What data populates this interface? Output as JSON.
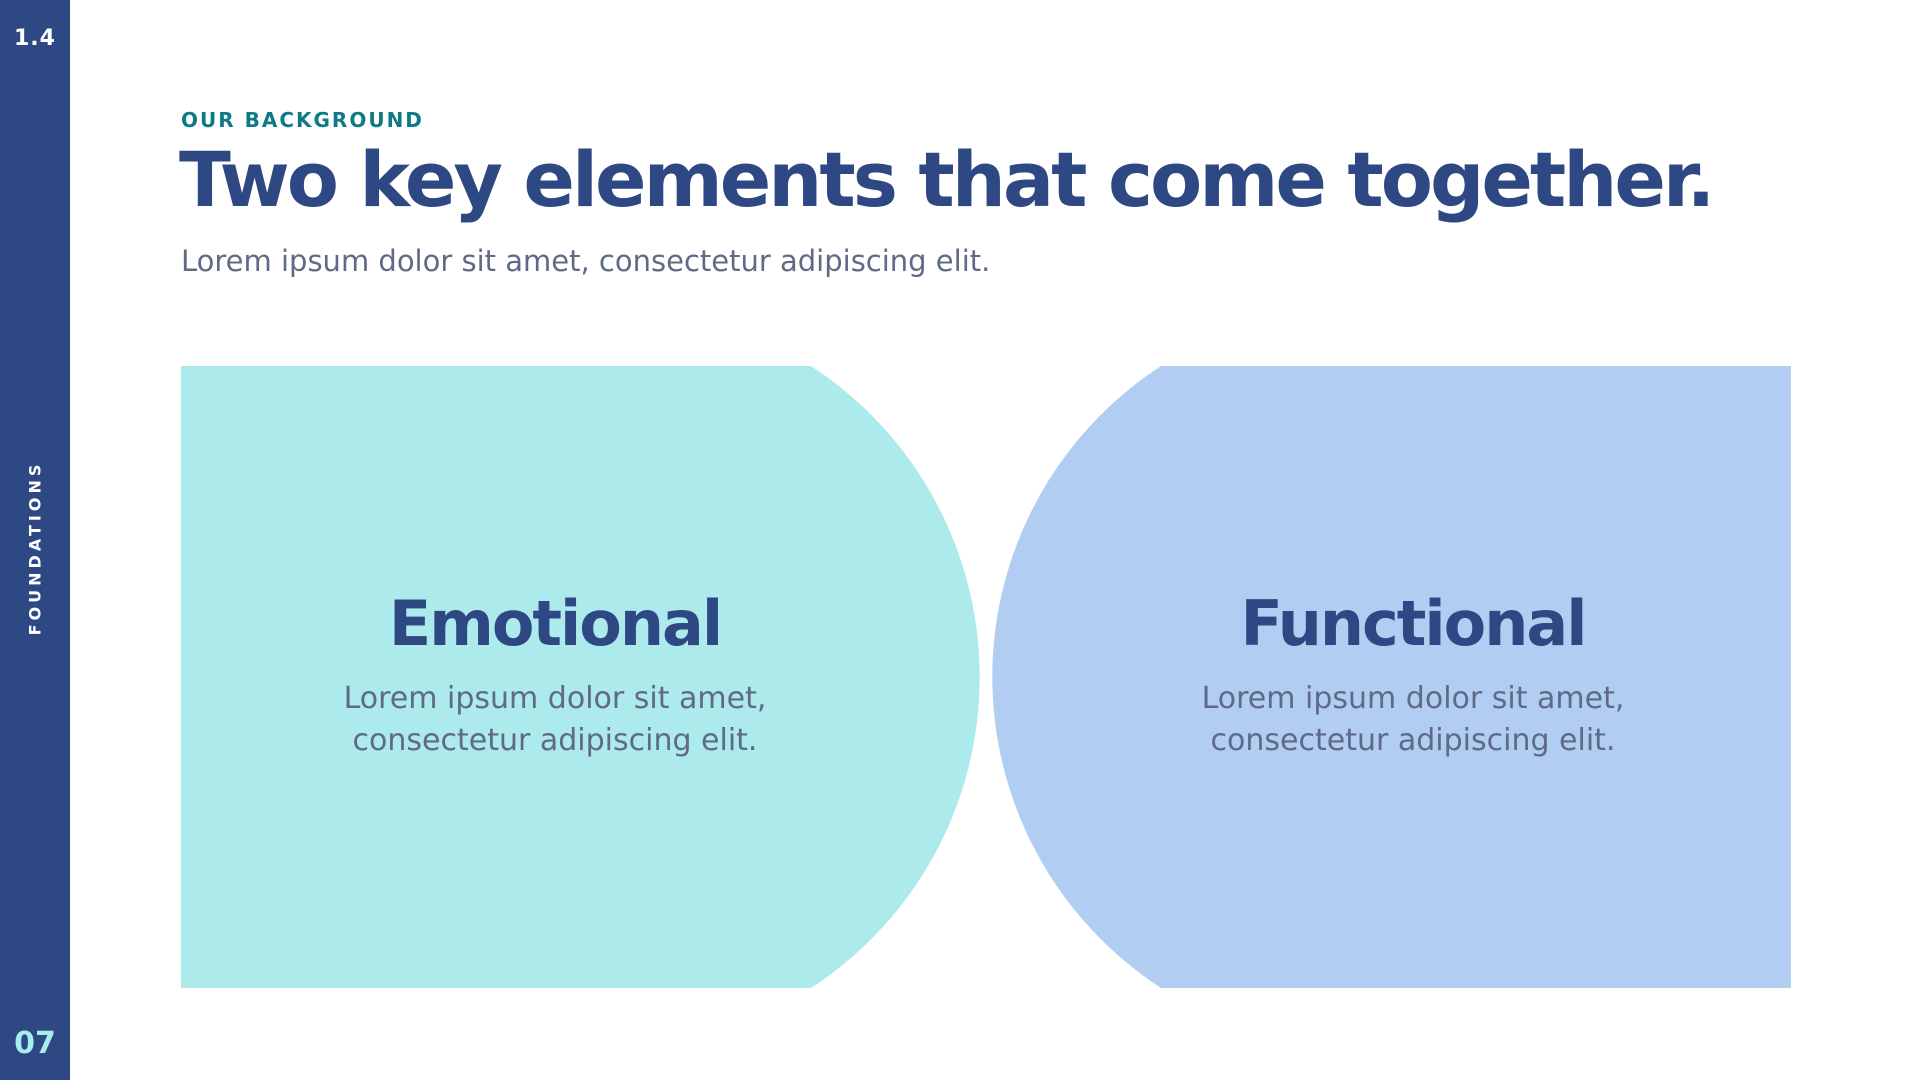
{
  "sidebar": {
    "section_number": "1.4",
    "section_name": "FOUNDATIONS",
    "page_number": "07"
  },
  "header": {
    "eyebrow": "OUR BACKGROUND",
    "title": "Two key elements that come together.",
    "subtitle": "Lorem ipsum dolor sit amet, consectetur adipiscing elit."
  },
  "diagram": {
    "left": {
      "title": "Emotional",
      "line1": "Lorem ipsum dolor sit amet,",
      "line2": "consectetur adipiscing elit."
    },
    "right": {
      "title": "Functional",
      "line1": "Lorem ipsum dolor sit amet,",
      "line2": "consectetur adipiscing elit."
    }
  },
  "colors": {
    "sidebar": "#2e4884",
    "left_shape": "#adeaec",
    "right_shape": "#b1cef2",
    "intersection": "#2e4884",
    "heading": "#2e4884",
    "body_text": "#5f6b86",
    "eyebrow": "#0e7a84",
    "page_number": "#a8ecec"
  }
}
